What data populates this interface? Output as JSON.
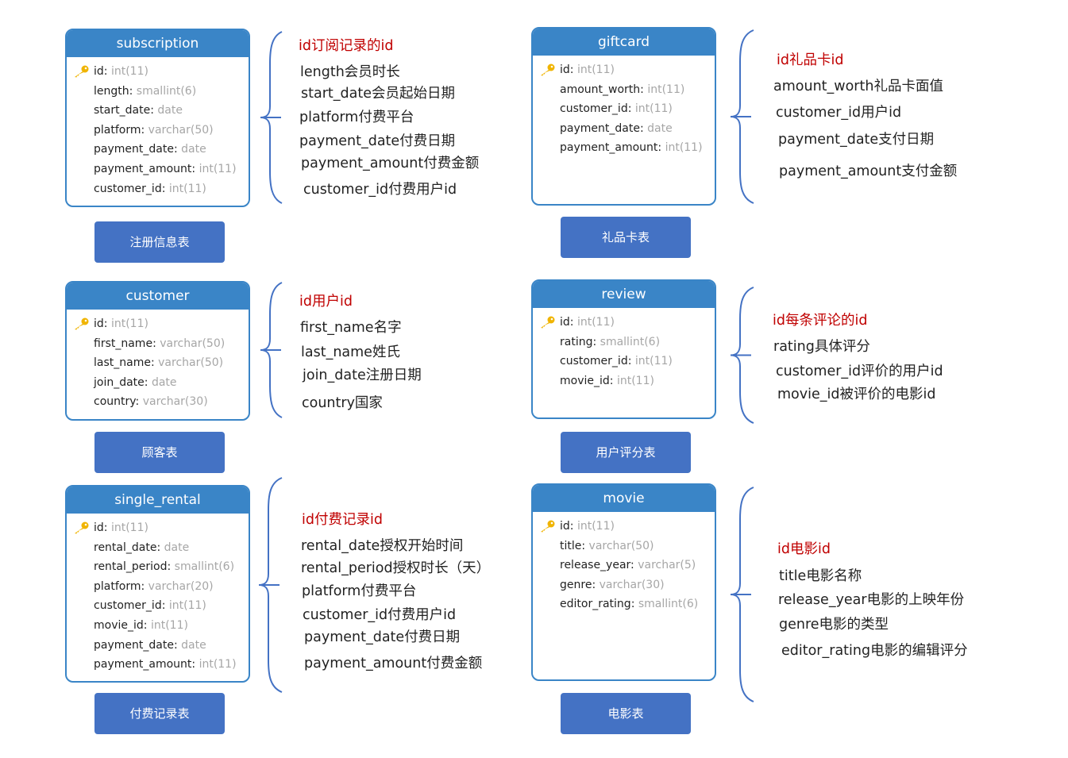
{
  "groups": [
    {
      "table": "subscription",
      "fields": [
        {
          "name": "id",
          "type": "int(11)",
          "key": true
        },
        {
          "name": "length",
          "type": "smallint(6)"
        },
        {
          "name": "start_date",
          "type": "date"
        },
        {
          "name": "platform",
          "type": "varchar(50)"
        },
        {
          "name": "payment_date",
          "type": "date"
        },
        {
          "name": "payment_amount",
          "type": "int(11)"
        },
        {
          "name": "customer_id",
          "type": "int(11)"
        }
      ],
      "button": "注册信息表",
      "notes": [
        "id订阅记录的id",
        "length会员时长",
        "start_date会员起始日期",
        "platform付费平台",
        "payment_date付费日期",
        "payment_amount付费金额",
        "customer_id付费用户id"
      ]
    },
    {
      "table": "giftcard",
      "fields": [
        {
          "name": "id",
          "type": "int(11)",
          "key": true
        },
        {
          "name": "amount_worth",
          "type": "int(11)"
        },
        {
          "name": "customer_id",
          "type": "int(11)"
        },
        {
          "name": "payment_date",
          "type": "date"
        },
        {
          "name": "payment_amount",
          "type": "int(11)"
        }
      ],
      "button": "礼品卡表",
      "notes": [
        "id礼品卡id",
        "amount_worth礼品卡面值",
        "customer_id用户id",
        "payment_date支付日期",
        "payment_amount支付金额"
      ]
    },
    {
      "table": "customer",
      "fields": [
        {
          "name": "id",
          "type": "int(11)",
          "key": true
        },
        {
          "name": "first_name",
          "type": "varchar(50)"
        },
        {
          "name": "last_name",
          "type": "varchar(50)"
        },
        {
          "name": "join_date",
          "type": "date"
        },
        {
          "name": "country",
          "type": "varchar(30)"
        }
      ],
      "button": "顾客表",
      "notes": [
        "id用户id",
        "first_name名字",
        "last_name姓氏",
        "join_date注册日期",
        "country国家"
      ]
    },
    {
      "table": "review",
      "fields": [
        {
          "name": "id",
          "type": "int(11)",
          "key": true
        },
        {
          "name": "rating",
          "type": "smallint(6)"
        },
        {
          "name": "customer_id",
          "type": "int(11)"
        },
        {
          "name": "movie_id",
          "type": "int(11)"
        }
      ],
      "button": "用户评分表",
      "notes": [
        "id每条评论的id",
        "rating具体评分",
        "customer_id评价的用户id",
        "movie_id被评价的电影id"
      ]
    },
    {
      "table": "single_rental",
      "fields": [
        {
          "name": "id",
          "type": "int(11)",
          "key": true
        },
        {
          "name": "rental_date",
          "type": "date"
        },
        {
          "name": "rental_period",
          "type": "smallint(6)"
        },
        {
          "name": "platform",
          "type": "varchar(20)"
        },
        {
          "name": "customer_id",
          "type": "int(11)"
        },
        {
          "name": "movie_id",
          "type": "int(11)"
        },
        {
          "name": "payment_date",
          "type": "date"
        },
        {
          "name": "payment_amount",
          "type": "int(11)"
        }
      ],
      "button": "付费记录表",
      "notes": [
        "id付费记录id",
        "rental_date授权开始时间",
        "rental_period授权时长（天）",
        "platform付费平台",
        "customer_id付费用户id",
        "payment_date付费日期",
        "payment_amount付费金额"
      ]
    },
    {
      "table": "movie",
      "fields": [
        {
          "name": "id",
          "type": "int(11)",
          "key": true
        },
        {
          "name": "title",
          "type": "varchar(50)"
        },
        {
          "name": "release_year",
          "type": "varchar(5)"
        },
        {
          "name": "genre",
          "type": "varchar(30)"
        },
        {
          "name": "editor_rating",
          "type": "smallint(6)"
        }
      ],
      "button": "电影表",
      "notes": [
        "id电影id",
        "title电影名称",
        "release_year电影的上映年份",
        "genre电影的类型",
        "editor_rating电影的编辑评分"
      ]
    }
  ],
  "colors": {
    "header": "#3a85c7",
    "button": "#4472c4",
    "brace": "#4472c4",
    "type_text": "#a6a6a6",
    "primary_note": "#c00000",
    "key_icon": "#f0b400"
  }
}
